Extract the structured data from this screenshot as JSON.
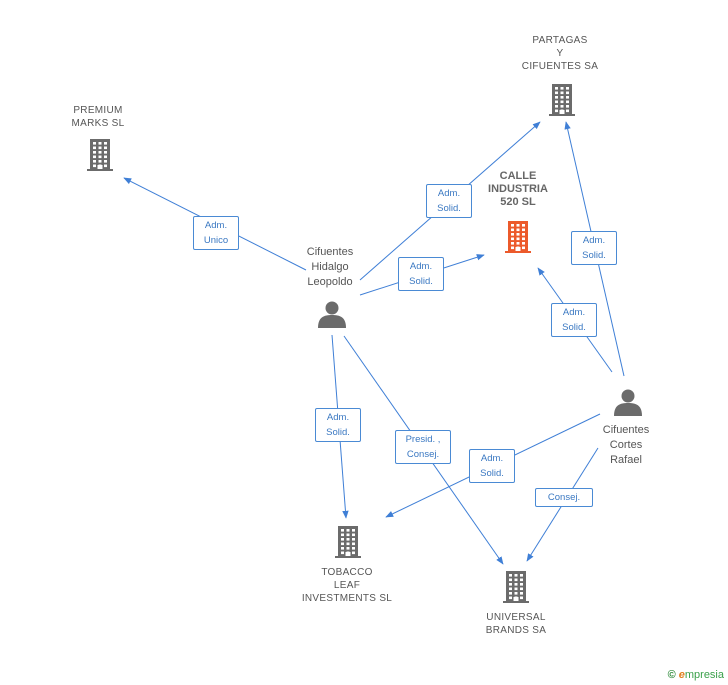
{
  "colors": {
    "edge": "#3f7fd6",
    "building": "#6b6b6b",
    "focus_building": "#ec5a2b",
    "person": "#6b6b6b"
  },
  "nodes": {
    "partagas": {
      "label_lines": [
        "PARTAGAS",
        "Y",
        "CIFUENTES SA"
      ],
      "icon": "building-icon"
    },
    "premium": {
      "label_lines": [
        "PREMIUM",
        "MARKS SL"
      ],
      "icon": "building-icon"
    },
    "calle": {
      "label_lines": [
        "CALLE",
        "INDUSTRIA",
        "520 SL"
      ],
      "icon": "building-icon"
    },
    "leopoldo": {
      "label_lines": [
        "Cifuentes",
        "Hidalgo",
        "Leopoldo"
      ],
      "icon": "person-icon"
    },
    "rafael": {
      "label_lines": [
        "Cifuentes",
        "Cortes",
        "Rafael"
      ],
      "icon": "person-icon"
    },
    "tobacco": {
      "label_lines": [
        "TOBACCO",
        "LEAF",
        "INVESTMENTS SL"
      ],
      "icon": "building-icon"
    },
    "universal": {
      "label_lines": [
        "UNIVERSAL",
        "BRANDS SA"
      ],
      "icon": "building-icon"
    }
  },
  "edges": [
    {
      "id": "leo-premium",
      "label": "Adm.\nUnico"
    },
    {
      "id": "leo-partagas",
      "label": "Adm.\nSolid."
    },
    {
      "id": "leo-calle",
      "label": "Adm.\nSolid."
    },
    {
      "id": "leo-tobacco",
      "label": "Adm.\nSolid."
    },
    {
      "id": "leo-universal",
      "label": "Presid. ,\nConsej."
    },
    {
      "id": "raf-partagas",
      "label": "Adm.\nSolid."
    },
    {
      "id": "raf-calle",
      "label": "Adm.\nSolid."
    },
    {
      "id": "raf-tobacco",
      "label": "Adm.\nSolid."
    },
    {
      "id": "raf-universal",
      "label": "Consej."
    }
  ],
  "footer": {
    "copyright": "©",
    "brand_initial": "e",
    "brand_rest": "mpresia"
  }
}
